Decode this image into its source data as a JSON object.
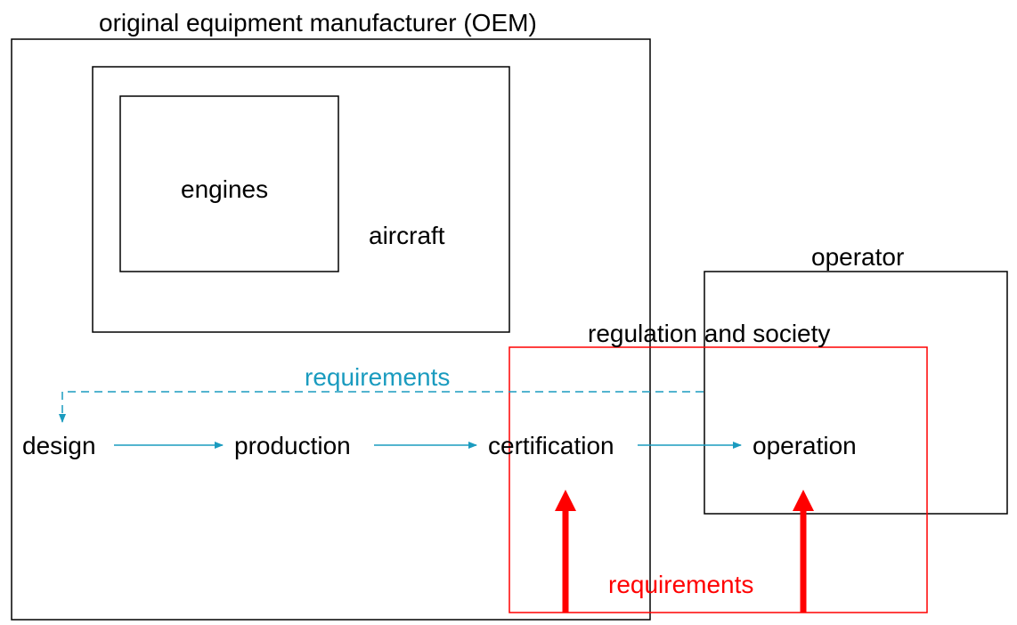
{
  "labels": {
    "oem": "original equipment manufacturer (OEM)",
    "aircraft": "aircraft",
    "engines": "engines",
    "operator": "operator",
    "regulation": "regulation and society",
    "requirements_blue": "requirements",
    "requirements_red": "requirements",
    "design": "design",
    "production": "production",
    "certification": "certification",
    "operation": "operation"
  },
  "colors": {
    "box": "#000000",
    "flow": "#1a9bbf",
    "regulation": "#ff0000"
  }
}
